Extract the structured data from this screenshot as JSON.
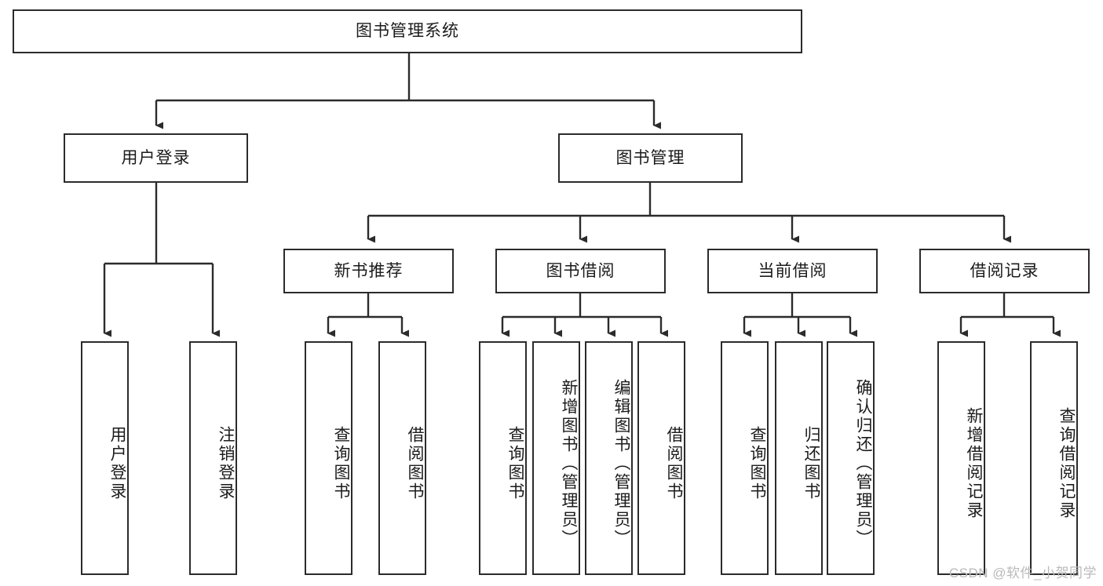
{
  "diagram": {
    "title": "图书管理系统",
    "type": "tree-hierarchy",
    "root": {
      "label": "图书管理系统"
    },
    "level2": [
      {
        "label": "用户登录"
      },
      {
        "label": "图书管理"
      }
    ],
    "level3": [
      {
        "label": "新书推荐"
      },
      {
        "label": "图书借阅"
      },
      {
        "label": "当前借阅"
      },
      {
        "label": "借阅记录"
      }
    ],
    "leaves": {
      "user_login": [
        {
          "label": "用户登录"
        },
        {
          "label": "注销登录"
        }
      ],
      "new_book_recommend": [
        {
          "label": "查询图书"
        },
        {
          "label": "借阅图书"
        }
      ],
      "book_borrow": [
        {
          "label": "查询图书"
        },
        {
          "label": "新增图书（管理员）"
        },
        {
          "label": "编辑图书（管理员）"
        },
        {
          "label": "借阅图书"
        }
      ],
      "current_borrow": [
        {
          "label": "查询图书"
        },
        {
          "label": "归还图书"
        },
        {
          "label": "确认归还（管理员）"
        }
      ],
      "borrow_record": [
        {
          "label": "新增借阅记录"
        },
        {
          "label": "查询借阅记录"
        }
      ]
    },
    "watermark": "CSDN @软件_小贺同学",
    "colors": {
      "border": "#2b2b2b",
      "text": "#1b1b1b",
      "background": "#ffffff",
      "watermark": "#b9b9b9"
    }
  }
}
